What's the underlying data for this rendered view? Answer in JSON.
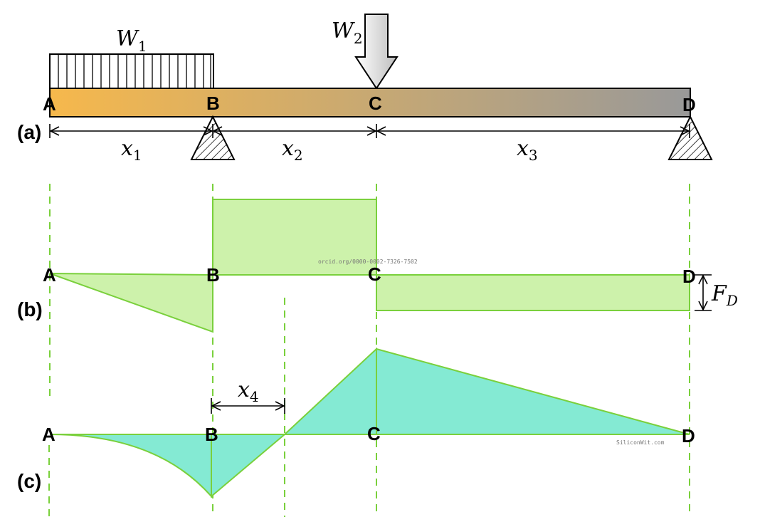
{
  "diagram": {
    "panels": {
      "a": "(a)",
      "b": "(b)",
      "c": "(c)"
    },
    "points": {
      "A": "A",
      "B": "B",
      "C": "C",
      "D": "D"
    },
    "loads": {
      "w1": {
        "symbol": "W",
        "sub": "1"
      },
      "w2": {
        "symbol": "W",
        "sub": "2"
      }
    },
    "spans": {
      "x1": {
        "symbol": "x",
        "sub": "1"
      },
      "x2": {
        "symbol": "x",
        "sub": "2"
      },
      "x3": {
        "symbol": "x",
        "sub": "3"
      },
      "x4": {
        "symbol": "x",
        "sub": "4"
      }
    },
    "reaction": {
      "symbol": "F",
      "sub": "D"
    },
    "watermarks": {
      "orcid": "orcid.org/0000-0002-7326-7502",
      "site": "SiliconWit.com"
    },
    "colors": {
      "beam_start": "#f6b84c",
      "beam_end": "#999999",
      "shear_fill": "#cdf2ab",
      "moment_fill": "#84ead3",
      "diagram_stroke": "#7ad03c",
      "guide": "#7ad03c"
    }
  }
}
